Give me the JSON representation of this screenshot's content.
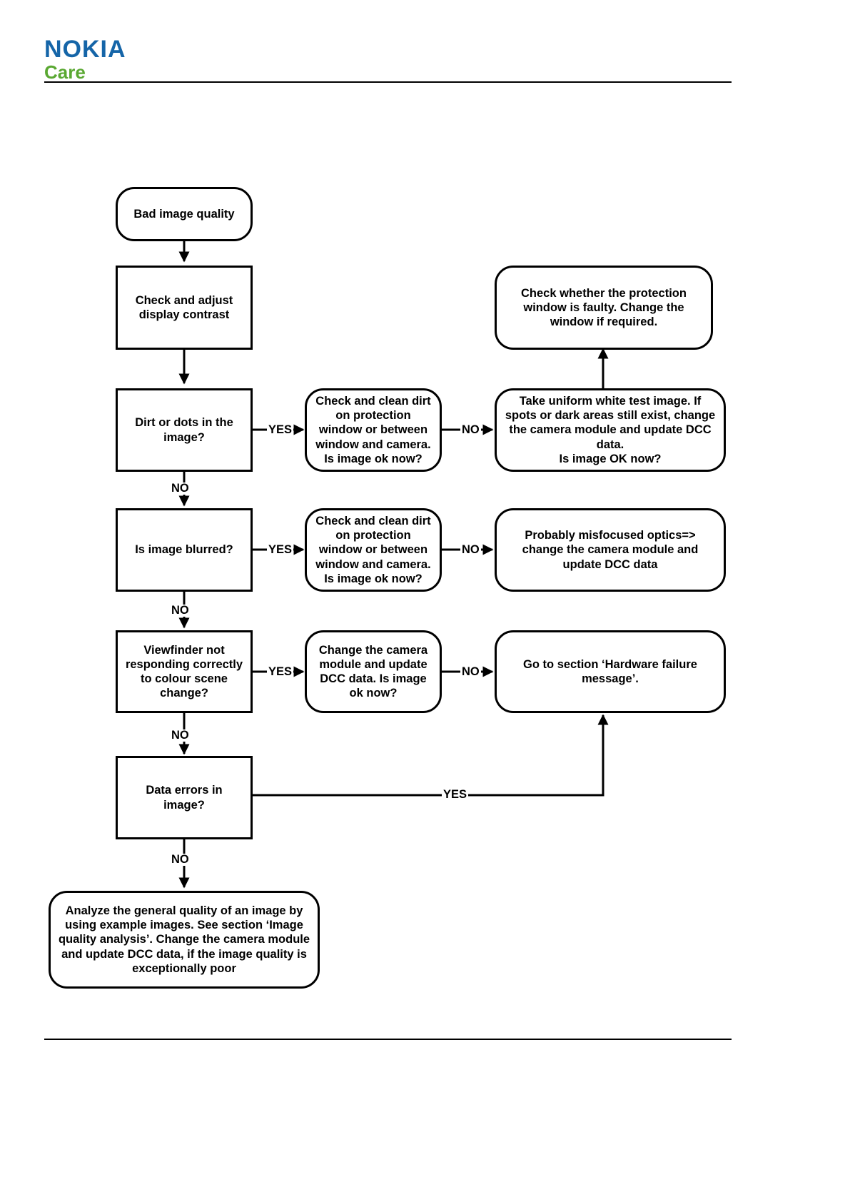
{
  "header": {
    "logo_primary": "NOKIA",
    "logo_secondary": "Care"
  },
  "diagram": {
    "title": "Bad image quality troubleshooting flowchart",
    "nodes": {
      "start": "Bad image quality",
      "check_contrast": "Check and adjust\ndisplay contrast",
      "dirt_or_dots": "Dirt or dots in the\nimage?",
      "clean_dirt_1": "Check and clean dirt\non protection\nwindow or between\nwindow and camera.\nIs image ok now?",
      "white_test_image": "Take uniform white test image. If\nspots or dark areas still exist, change\nthe camera module and update DCC\ndata.\nIs image OK now?",
      "protection_window": "Check whether the protection\nwindow is faulty. Change the\nwindow if required.",
      "image_blurred": "Is image blurred?",
      "clean_dirt_2": "Check and clean dirt\non protection\nwindow or between\nwindow and camera.\nIs image ok now?",
      "misfocused_optics": "Probably misfocused optics=>\nchange the camera module and\nupdate DCC data",
      "viewfinder": "Viewfinder not\nresponding correctly\nto colour scene\nchange?",
      "change_module": "Change the camera\nmodule and update\nDCC data. Is image\nok now?",
      "hardware_failure": "Go to section ‘Hardware failure\nmessage’.",
      "data_errors": "Data errors in\nimage?",
      "analyze_quality": "Analyze the general quality of an image by\nusing example images. See section ‘Image\nquality analysis’. Change the camera module\nand update DCC data, if the image quality is\nexceptionally poor"
    },
    "edge_labels": {
      "dirt_yes": "YES",
      "dirt_no_right": "NO",
      "dirt_no_down": "NO",
      "blurred_yes": "YES",
      "blurred_no_right": "NO",
      "blurred_no_down": "NO",
      "viewfinder_yes": "YES",
      "viewfinder_no_right": "NO",
      "viewfinder_no_down": "NO",
      "data_errors_yes": "YES",
      "data_errors_no": "NO"
    },
    "colors": {
      "stroke": "#000000",
      "fill": "#ffffff",
      "brand_blue": "#1565a8",
      "brand_green": "#5aa832"
    }
  }
}
